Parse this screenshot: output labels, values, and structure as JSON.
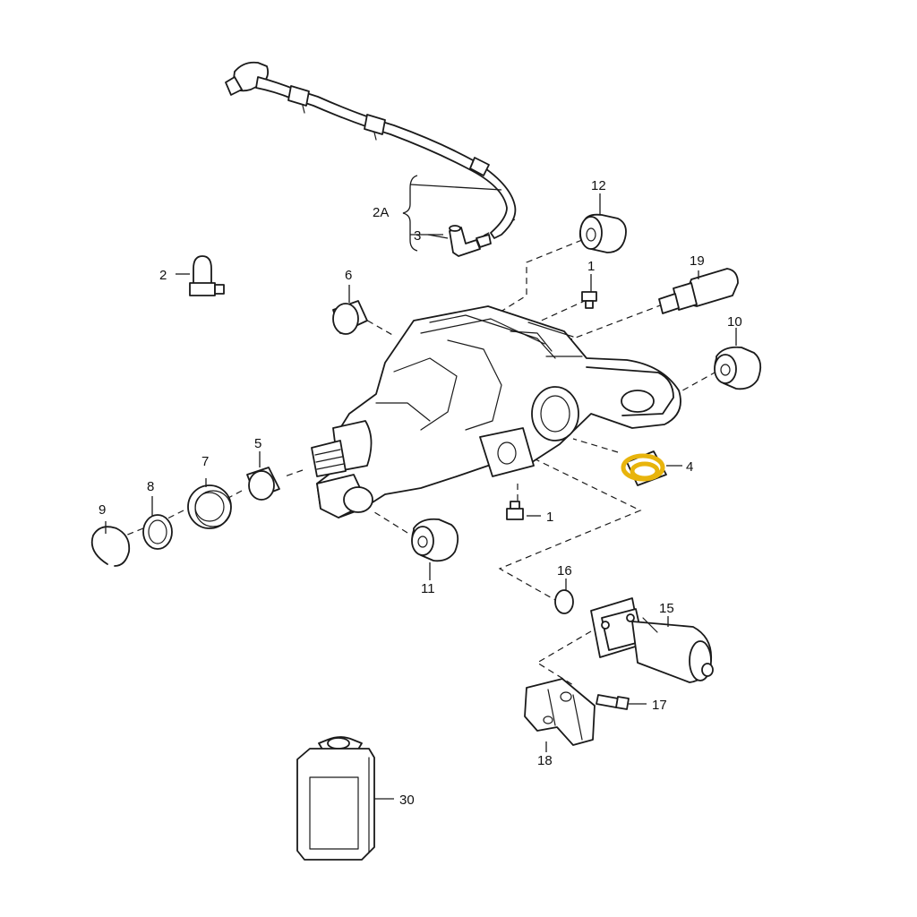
{
  "diagram": {
    "highlight_color": "#e8b40c",
    "highlighted_part": "4"
  },
  "callouts": {
    "c1a": "1",
    "c1b": "1",
    "c2": "2",
    "c2a": "2A",
    "c3": "3",
    "c4": "4",
    "c5": "5",
    "c6": "6",
    "c7": "7",
    "c8": "8",
    "c9": "9",
    "c10": "10",
    "c11": "11",
    "c12": "12",
    "c15": "15",
    "c16": "16",
    "c17": "17",
    "c18": "18",
    "c19": "19",
    "c30": "30"
  }
}
